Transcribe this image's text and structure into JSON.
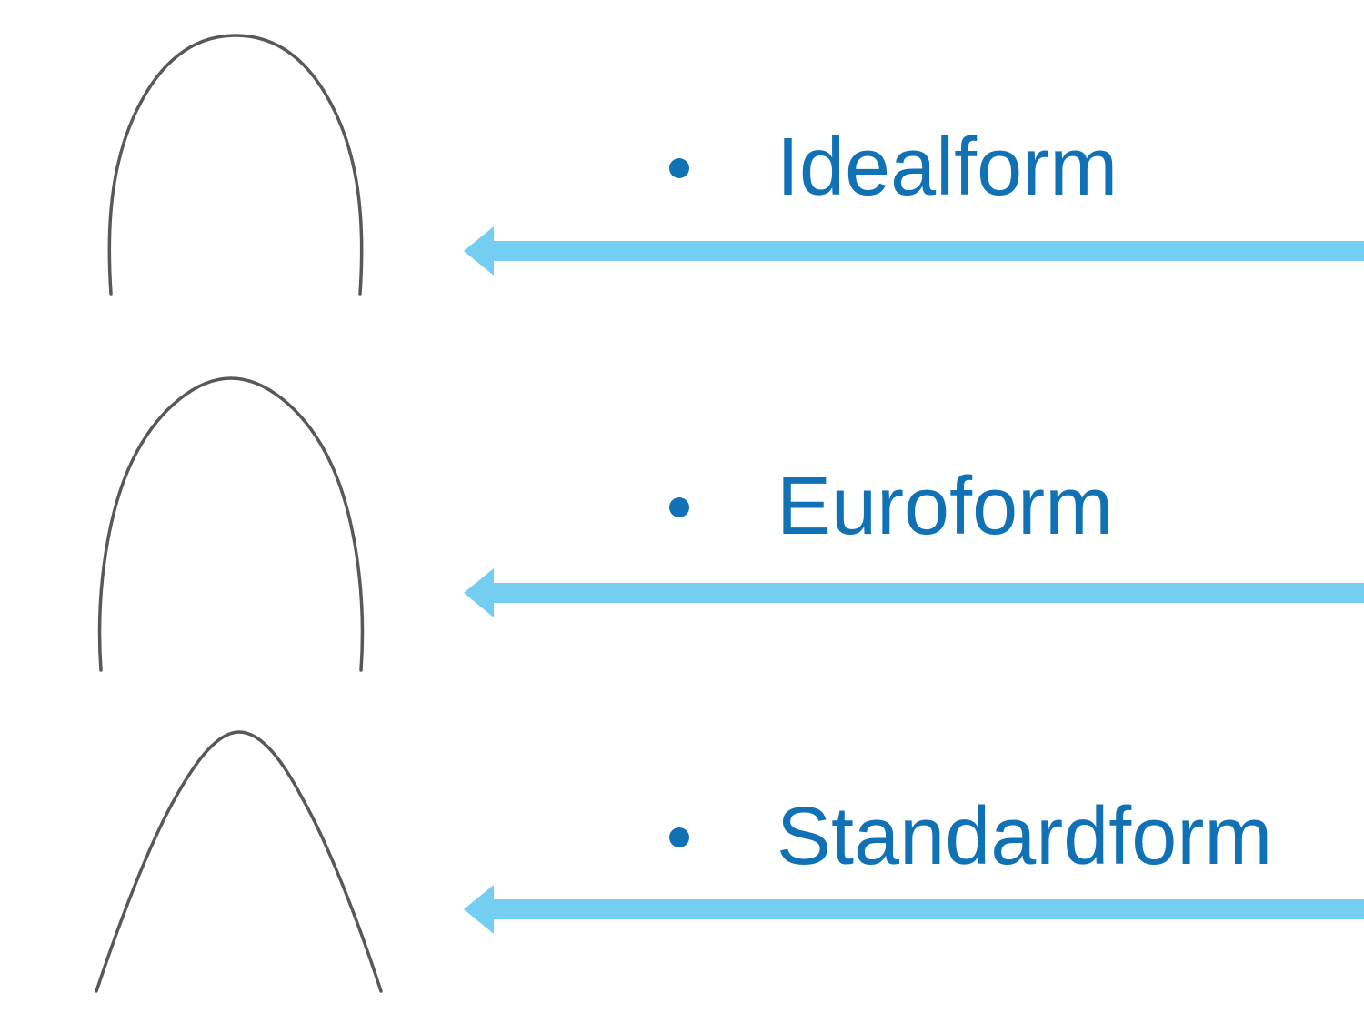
{
  "colors": {
    "background": "#ffffff",
    "label_text": "#1171B5",
    "bullet": "#1171B5",
    "arrow": "#74CEF1",
    "wire": "#58585A"
  },
  "icons": {
    "bullet": "filled-circle-bullet",
    "arrow": "left-pointing-arrow",
    "wire": "archwire-curve-image"
  },
  "items": [
    {
      "label": "Idealform"
    },
    {
      "label": "Euroform"
    },
    {
      "label": "Standardform"
    }
  ]
}
